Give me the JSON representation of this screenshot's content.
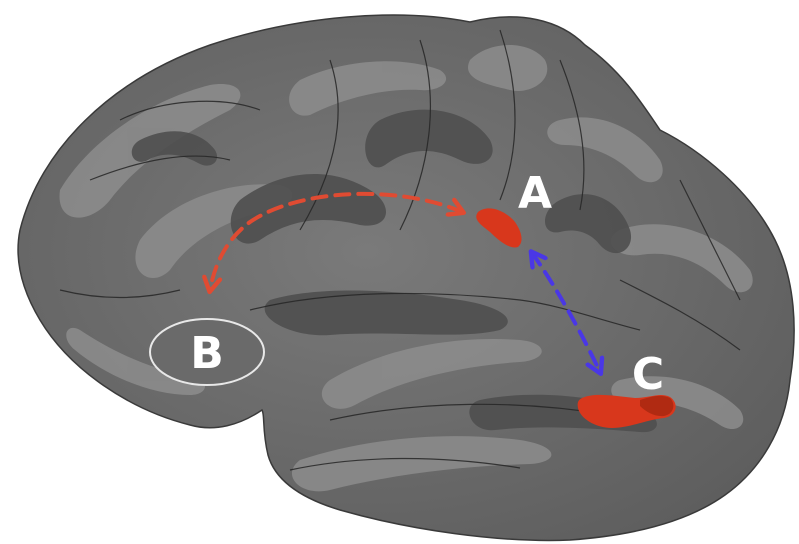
{
  "labels": {
    "a": "A",
    "b": "B",
    "c": "C"
  },
  "colors": {
    "background": "#ffffff",
    "brain_base": "#6e6e6e",
    "brain_dark": "#505050",
    "brain_light": "#8c8c8c",
    "sulcus_line": "#2a2a2a",
    "activation": "#d8371c",
    "red_arrow": "#e04b32",
    "blue_arrow": "#4a37e6",
    "label_b_fill": "#6a6a6a",
    "label_text": "#ffffff"
  },
  "icons": {
    "brain": "inflated-brain-cortex",
    "arrow_ab": "dashed-double-arrow",
    "arrow_ac": "dashed-double-arrow"
  }
}
